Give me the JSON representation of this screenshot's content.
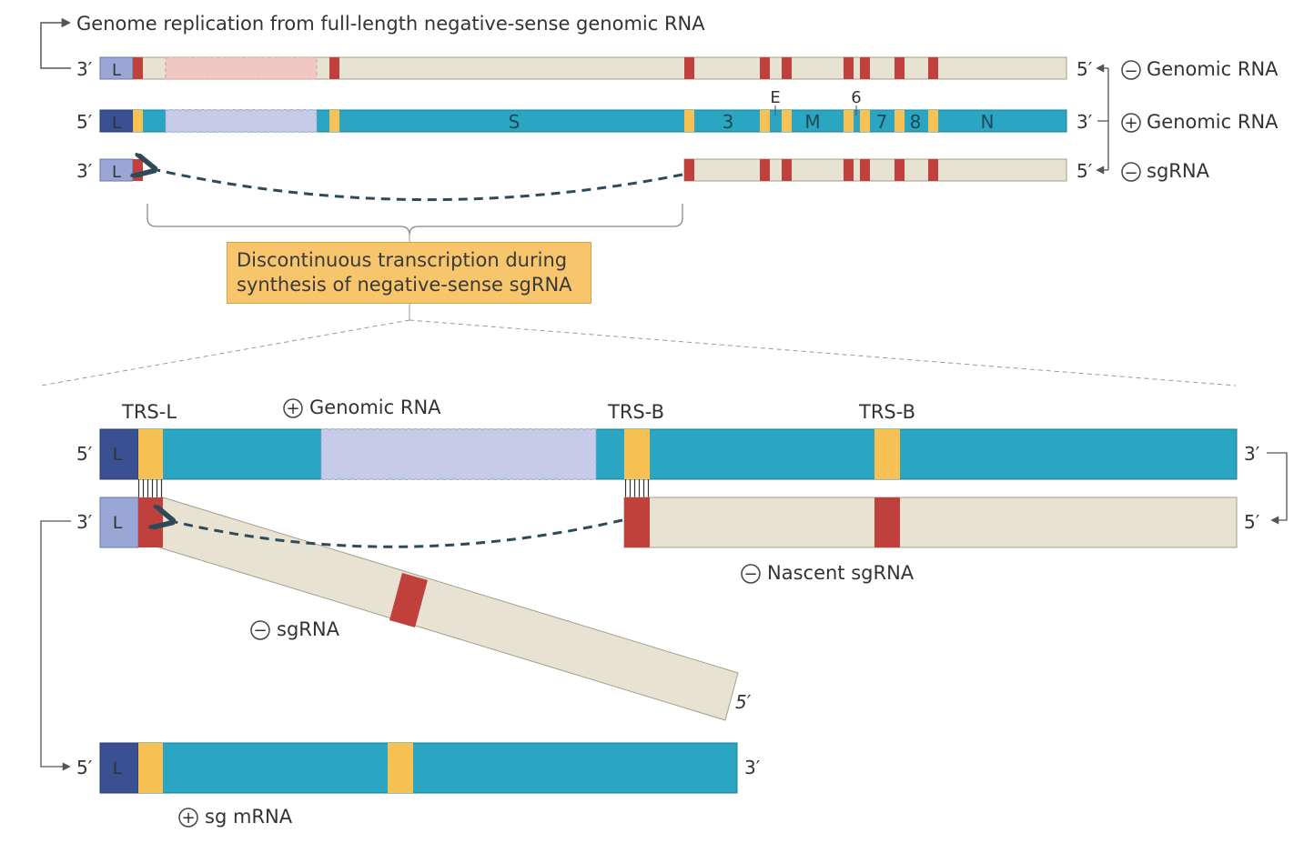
{
  "top": {
    "replication_label": "Genome replication from full-length negative-sense genomic RNA",
    "strands": {
      "neg_genomic": {
        "left_end": "3′",
        "right_end": "5′",
        "label": "Genomic RNA",
        "sign": "−"
      },
      "pos_genomic": {
        "left_end": "5′",
        "right_end": "3′",
        "label": "Genomic RNA",
        "sign": "+"
      },
      "neg_sgrna": {
        "left_end": "3′",
        "right_end": "5′",
        "label": "sgRNA",
        "sign": "−"
      }
    },
    "leader": "L",
    "genes": {
      "s": "S",
      "g3": "3",
      "e": "E",
      "m": "M",
      "g6": "6",
      "g7": "7",
      "g8": "8",
      "n": "N"
    },
    "callout": {
      "line1": "Discontinuous transcription during",
      "line2": "synthesis of negative-sense sgRNA"
    }
  },
  "bottom": {
    "trs_l": "TRS-L",
    "trs_b1": "TRS-B",
    "trs_b2": "TRS-B",
    "leader": "L",
    "genomic_label": "Genomic RNA",
    "genomic_sign": "+",
    "genomic_left": "5′",
    "genomic_right": "3′",
    "nascent_left": "3′",
    "nascent_right": "5′",
    "nascent_label": "Nascent sgRNA",
    "nascent_sign": "−",
    "sgrna_label": "sgRNA",
    "sgrna_sign": "−",
    "sgrna_end": "5′",
    "mrna_left": "5′",
    "mrna_right": "3′",
    "mrna_label": "sg mRNA",
    "mrna_sign": "+"
  },
  "colors": {
    "teal": "#2ba6c2",
    "beige": "#e8e2d3",
    "leader_dark": "#3b4f93",
    "leader_light": "#9aa6d6",
    "trs_yellow": "#f7c153",
    "trs_red": "#c0413c",
    "callout": "#f7c56b"
  }
}
